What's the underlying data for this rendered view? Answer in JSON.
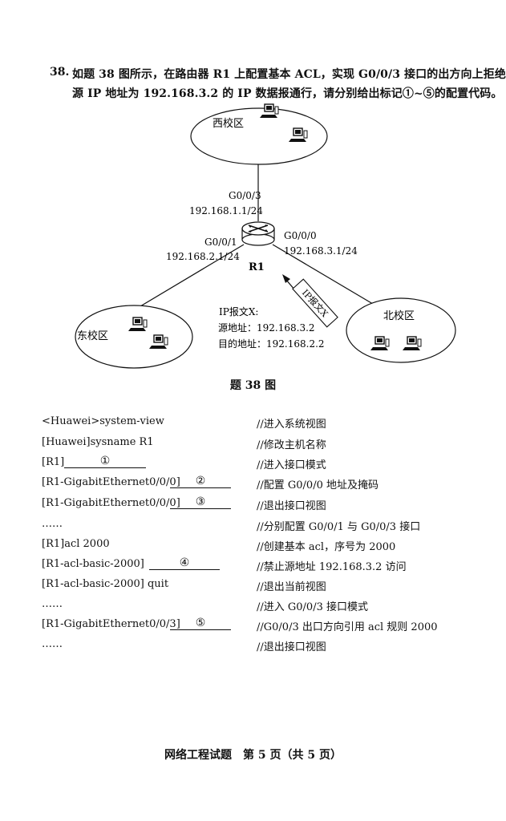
{
  "question": {
    "number": "38.",
    "line1": "如题 38 图所示，在路由器 R1 上配置基本 ACL，实现 G0/0/3 接口的出方向上拒绝",
    "line2": "源 IP 地址为 192.168.3.2 的 IP 数据报通行，请分别给出标记①~⑤的配置代码。"
  },
  "diagram": {
    "zones": {
      "west": "西校区",
      "east": "东校区",
      "north": "北校区"
    },
    "router": "R1",
    "interfaces": {
      "g3_name": "G0/0/3",
      "g3_ip": "192.168.1.1/24",
      "g1_name": "G0/0/1",
      "g1_ip": "192.168.2.1/24",
      "g0_name": "G0/0/0",
      "g0_ip": "192.168.3.1/24"
    },
    "packet_tag": "IP报文X",
    "packet_info": {
      "title": "IP报文X:",
      "src": "源地址：192.168.3.2",
      "dst": "目的地址：192.168.2.2"
    }
  },
  "caption": "题 38 图",
  "config": {
    "lines": [
      {
        "cmd": "<Huawei>system-view",
        "comment": "//进入系统视图"
      },
      {
        "cmd": "[Huawei]sysname R1",
        "comment": "//修改主机名称"
      },
      {
        "cmd": "[R1]",
        "blank": "①",
        "comment": "//进入接口模式"
      },
      {
        "cmd": "[R1-GigabitEthernet0/0/0]",
        "blank": "②",
        "comment": "//配置 G0/0/0 地址及掩码"
      },
      {
        "cmd": "[R1-GigabitEthernet0/0/0]",
        "blank": "③",
        "comment": "//退出接口视图"
      },
      {
        "cmd": "……",
        "comment": "//分别配置 G0/0/1 与 G0/0/3 接口"
      },
      {
        "cmd": "[R1]acl 2000",
        "comment": "//创建基本 acl，序号为 2000"
      },
      {
        "cmd": "[R1-acl-basic-2000]",
        "blank": "④",
        "comment": "//禁止源地址 192.168.3.2 访问"
      },
      {
        "cmd": "[R1-acl-basic-2000] quit",
        "comment": "//退出当前视图"
      },
      {
        "cmd": "……",
        "comment": "//进入 G0/0/3 接口模式"
      },
      {
        "cmd": "[R1-GigabitEthernet0/0/3]",
        "blank": "⑤",
        "comment": "//G0/0/3 出口方向引用 acl 规则 2000"
      },
      {
        "cmd": "……",
        "comment": "//退出接口视图"
      }
    ]
  },
  "footer": "网络工程试题　第 5 页（共 5 页）"
}
